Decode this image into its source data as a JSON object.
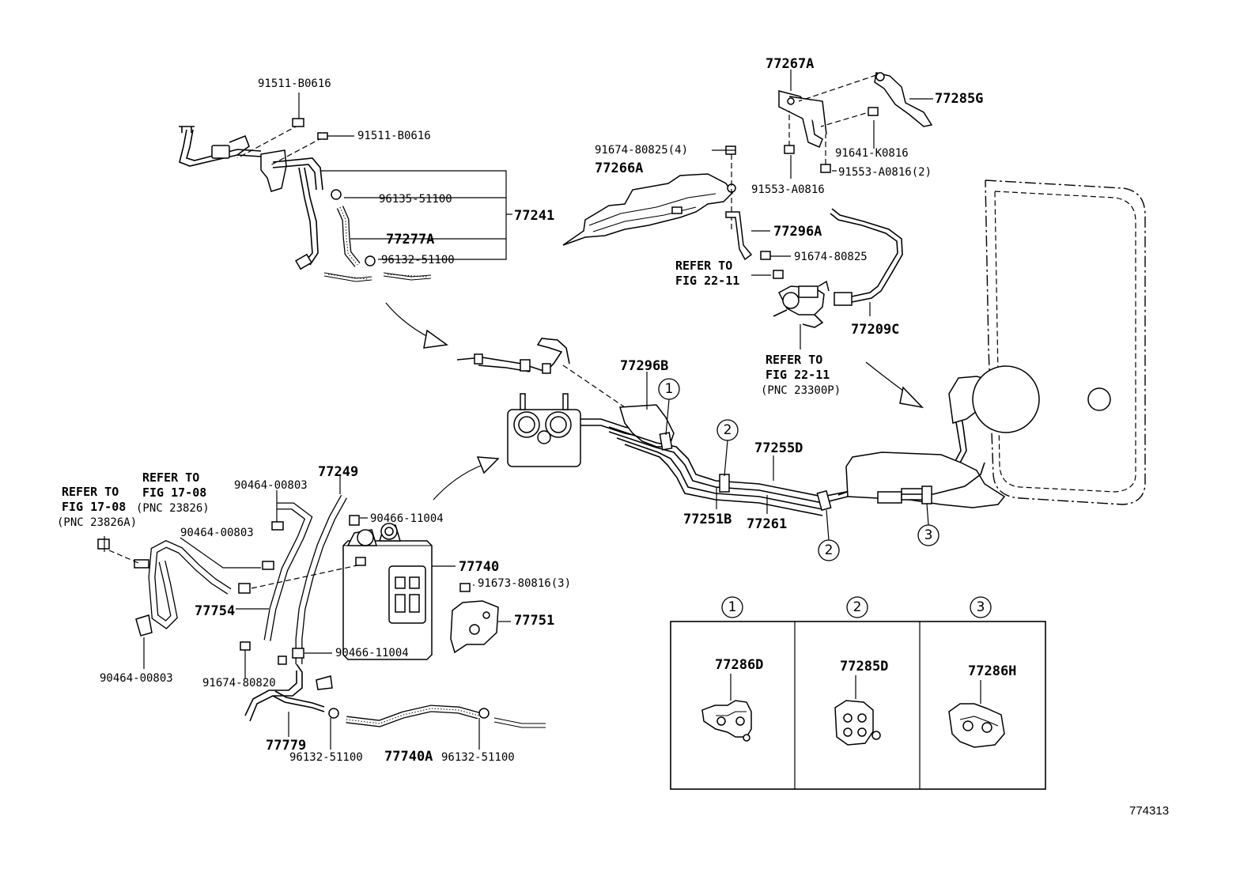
{
  "diagram_id": "774313",
  "labels": {
    "p91511_a": "91511-B0616",
    "p91511_b": "91511-B0616",
    "p96135": "96135-51100",
    "p77241": "77241",
    "p77277A": "77277A",
    "p96132_top": "96132-51100",
    "p77267A": "77267A",
    "p77285G": "77285G",
    "p91674_4": "91674-80825(4)",
    "p77266A": "77266A",
    "p91641": "91641-K0816",
    "p91553_2": "91553-A0816(2)",
    "p91553": "91553-A0816",
    "p77296A": "77296A",
    "p91674_b": "91674-80825",
    "p77209C": "77209C",
    "p77296B": "77296B",
    "p77255D": "77255D",
    "p77251B": "77251B",
    "p77261": "77261",
    "p77249": "77249",
    "p90464_a": "90464-00803",
    "p90464_b": "90464-00803",
    "p90464_c": "90464-00803",
    "p90466_a": "90466-11004",
    "p90466_b": "90466-11004",
    "p77740": "77740",
    "p91673": "91673-80816(3)",
    "p77751": "77751",
    "p77754": "77754",
    "p91674_c": "91674-80820",
    "p77779": "77779",
    "p96132_b1": "96132-51100",
    "p77740A": "77740A",
    "p96132_b2": "96132-51100"
  },
  "refs": {
    "ref_fig22_a_l1": "REFER TO",
    "ref_fig22_a_l2": "FIG 22-11",
    "ref_fig22_b_l1": "REFER TO",
    "ref_fig22_b_l2": "FIG 22-11",
    "ref_fig22_b_l3": "(PNC 23300P)",
    "ref_fig17_a_l1": "REFER TO",
    "ref_fig17_a_l2": "FIG 17-08",
    "ref_fig17_a_l3": "(PNC 23826A)",
    "ref_fig17_b_l1": "REFER TO",
    "ref_fig17_b_l2": "FIG 17-08",
    "ref_fig17_b_l3": "(PNC 23826)"
  },
  "callouts": {
    "c1": "1",
    "c2a": "2",
    "c2b": "2",
    "c3": "3"
  },
  "clamp_table": {
    "headers": [
      "1",
      "2",
      "3"
    ],
    "parts": [
      "77286D",
      "77285D",
      "77286H"
    ]
  }
}
